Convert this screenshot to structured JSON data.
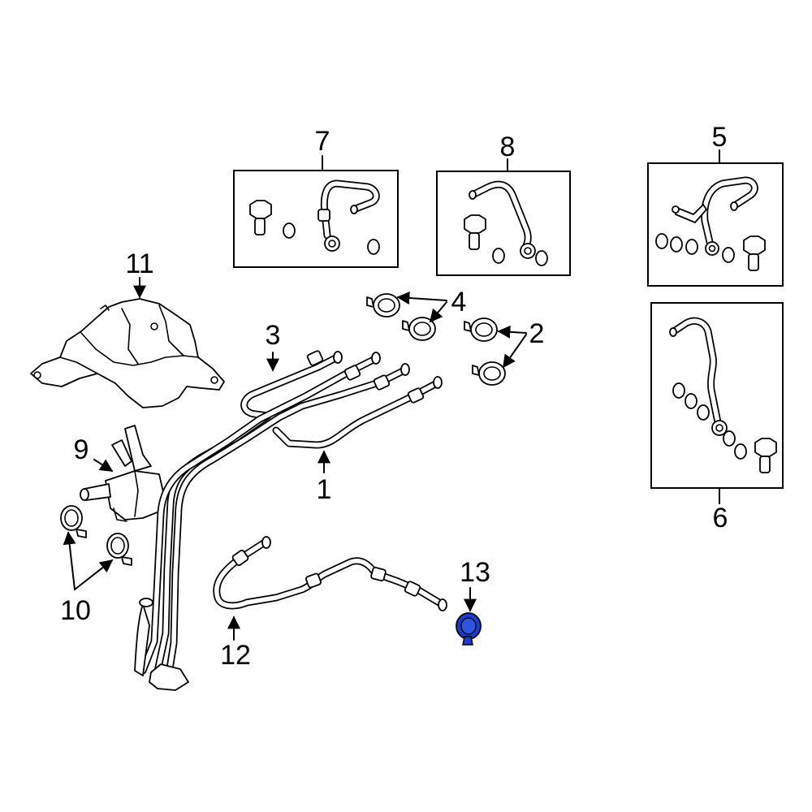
{
  "diagram": {
    "callouts": {
      "c1": "1",
      "c2": "2",
      "c3": "3",
      "c4": "4",
      "c5": "5",
      "c6": "6",
      "c7": "7",
      "c8": "8",
      "c9": "9",
      "c10": "10",
      "c11": "11",
      "c12": "12",
      "c13": "13"
    },
    "highlight_color": "#1a3cc8",
    "line_color": "#000000",
    "background": "#ffffff"
  }
}
